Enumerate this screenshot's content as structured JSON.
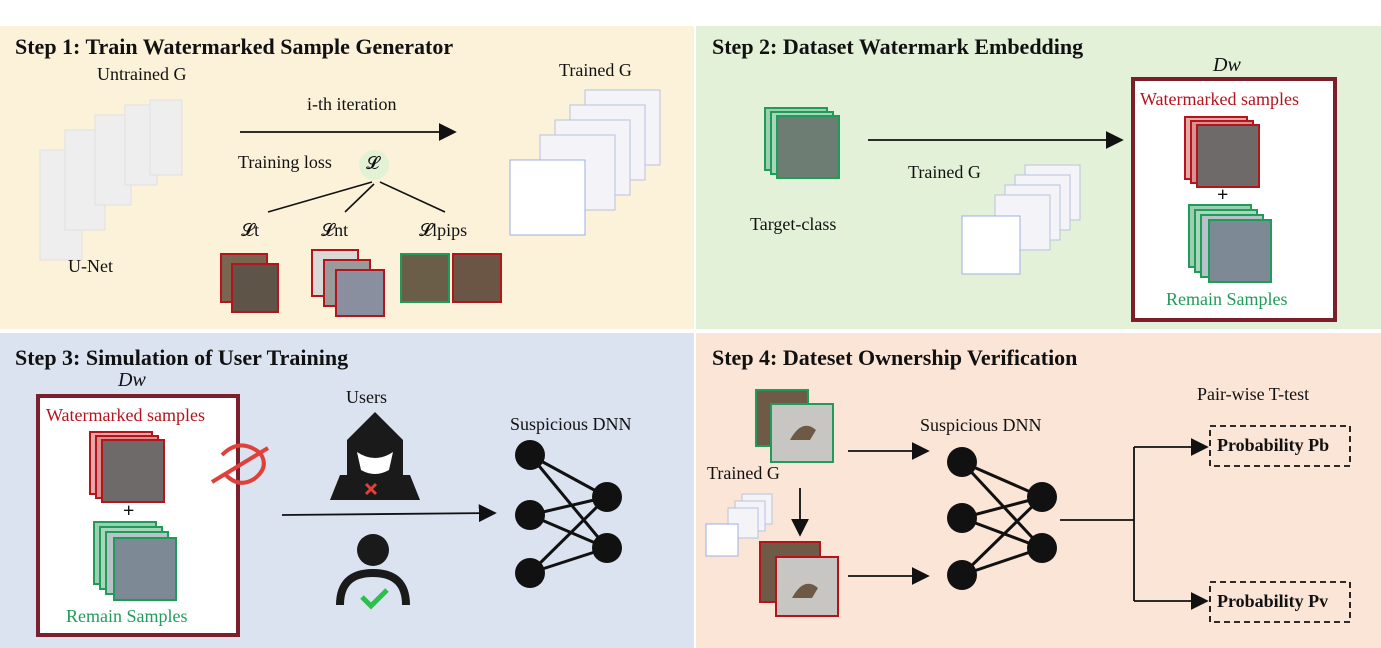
{
  "step1": {
    "title": "Step 1: Train Watermarked Sample Generator",
    "untrained_g": "Untrained G",
    "unet": "U-Net",
    "iteration": "i-th iteration",
    "trained_g": "Trained G",
    "training_loss": "Training loss",
    "loss_L": "𝓛",
    "loss_t": "𝓛t",
    "loss_nt": "𝓛nt",
    "loss_lpips": "𝓛lpips"
  },
  "step2": {
    "title": "Step 2: Dataset Watermark Embedding",
    "dw": "Dw",
    "trained_g": "Trained G",
    "target_class": "Target-class",
    "watermarked": "Watermarked samples",
    "plus": "+",
    "remain": "Remain  Samples"
  },
  "step3": {
    "title": "Step 3: Simulation of User Training",
    "dw": "Dw",
    "watermarked": "Watermarked samples",
    "plus": "+",
    "remain": "Remain  Samples",
    "users": "Users",
    "suspicious": "Suspicious DNN"
  },
  "step4": {
    "title": "Step 4: Dateset Ownership Verification",
    "trained_g": "Trained G",
    "suspicious": "Suspicious DNN",
    "pairwise": "Pair-wise T-test",
    "prob_b": "Probability Pb",
    "prob_v": "Probability Pv"
  },
  "colors": {
    "panel1": "#fbf2d9",
    "panel2": "#e4f1d9",
    "panel3": "#dbe3f1",
    "panel4": "#fbe5d7",
    "watermark_red": "#b4141c",
    "remain_green": "#1f9c5a",
    "box_maroon": "#7a1f2b"
  }
}
